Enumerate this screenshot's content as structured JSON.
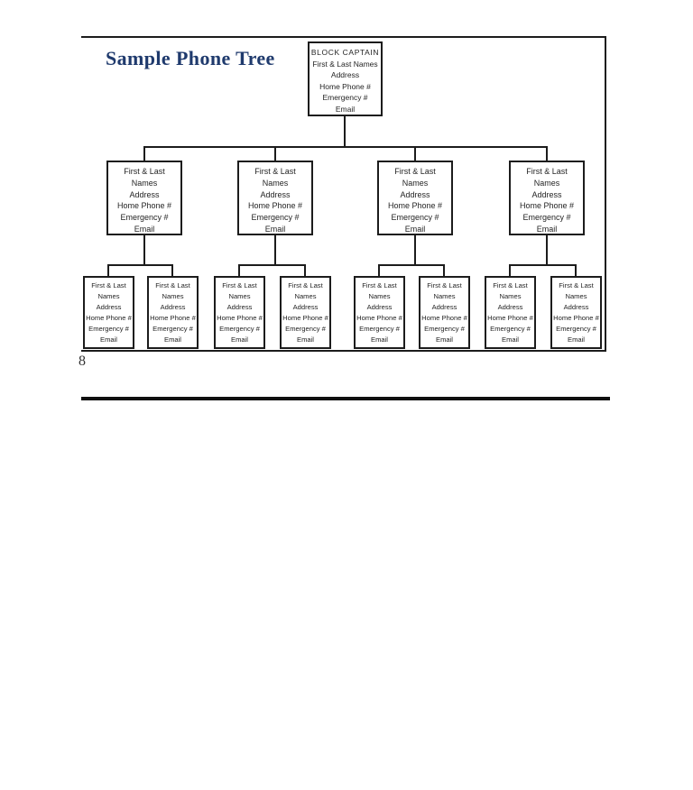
{
  "page": {
    "title": "Sample Phone Tree",
    "page_number": "8"
  },
  "tree": {
    "root": {
      "heading": "BLOCK CAPTAIN",
      "lines": [
        "First & Last Names",
        "Address",
        "Home Phone #",
        "Emergency #",
        "Email"
      ]
    },
    "member_lines": [
      "First & Last",
      "Names",
      "Address",
      "Home Phone #",
      "Emergency #",
      "Email"
    ]
  },
  "colors": {
    "title_navy": "#1f3a6d",
    "line_black": "#1c1c1c"
  }
}
